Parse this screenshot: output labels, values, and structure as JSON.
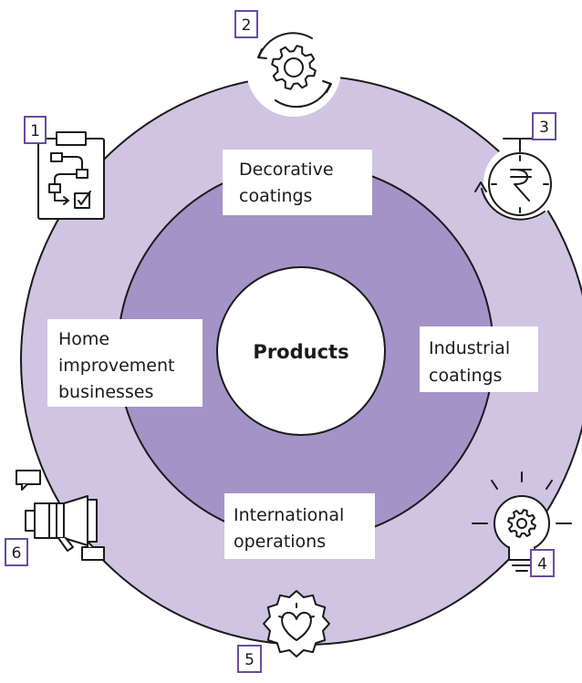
{
  "center": {
    "label": "Products"
  },
  "segments": [
    {
      "id": "decorative",
      "lines": [
        "Decorative",
        "coatings"
      ]
    },
    {
      "id": "industrial",
      "lines": [
        "Industrial",
        "coatings"
      ]
    },
    {
      "id": "international",
      "lines": [
        "International",
        "operations"
      ]
    },
    {
      "id": "home",
      "lines": [
        "Home",
        "improvement",
        "businesses"
      ]
    }
  ],
  "markers": [
    {
      "number": "1",
      "icon": "clipboard-flowchart-icon"
    },
    {
      "number": "2",
      "icon": "gear-cycle-icon"
    },
    {
      "number": "3",
      "icon": "rupee-stopwatch-icon"
    },
    {
      "number": "4",
      "icon": "lightbulb-gear-icon"
    },
    {
      "number": "5",
      "icon": "heart-badge-icon"
    },
    {
      "number": "6",
      "icon": "megaphone-icon"
    }
  ],
  "colors": {
    "outer_ring": "#cfc4e2",
    "inner_ring": "#a493c7",
    "stroke": "#1a1a1a",
    "accent_box": "#6a4c9c",
    "text": "#1a1a1a"
  }
}
